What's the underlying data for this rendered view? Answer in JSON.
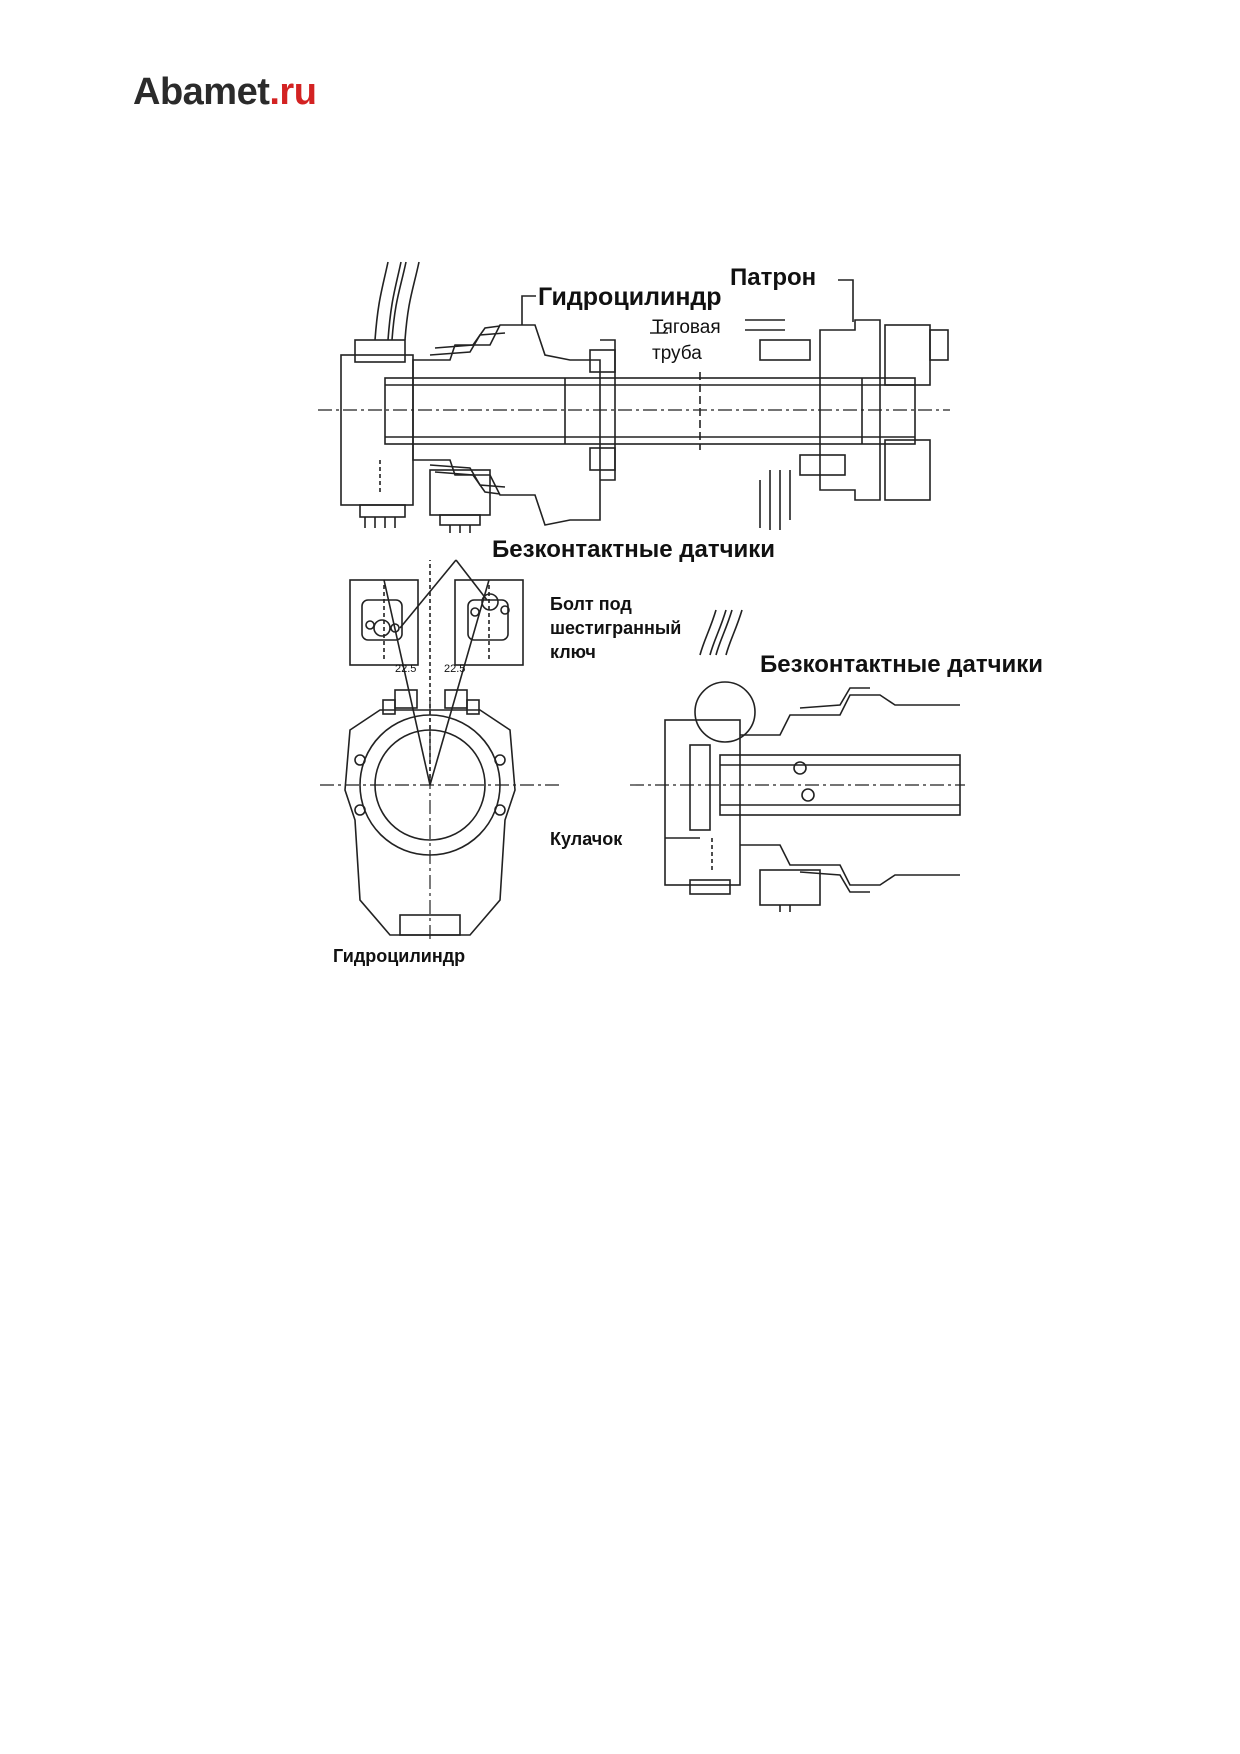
{
  "logo": {
    "brand": "Abamet",
    "tld": ".ru",
    "brand_color": "#2b2b2b",
    "tld_color": "#d32222"
  },
  "labels": {
    "hydrocylinder_top": "Гидроцилиндр",
    "chuck": "Патрон",
    "draw_tube_line1": "Тяговая",
    "draw_tube_line2": "труба",
    "sensors_top": "Безконтактные датчики",
    "hex_bolt_line1": "Болт под",
    "hex_bolt_line2": "шестигранный",
    "hex_bolt_line3": "ключ",
    "sensors_right": "Безконтактные датчики",
    "cam": "Кулачок",
    "hydrocylinder_bottom": "Гидроцилиндр",
    "angle_left": "22.5",
    "angle_right": "22.5"
  }
}
